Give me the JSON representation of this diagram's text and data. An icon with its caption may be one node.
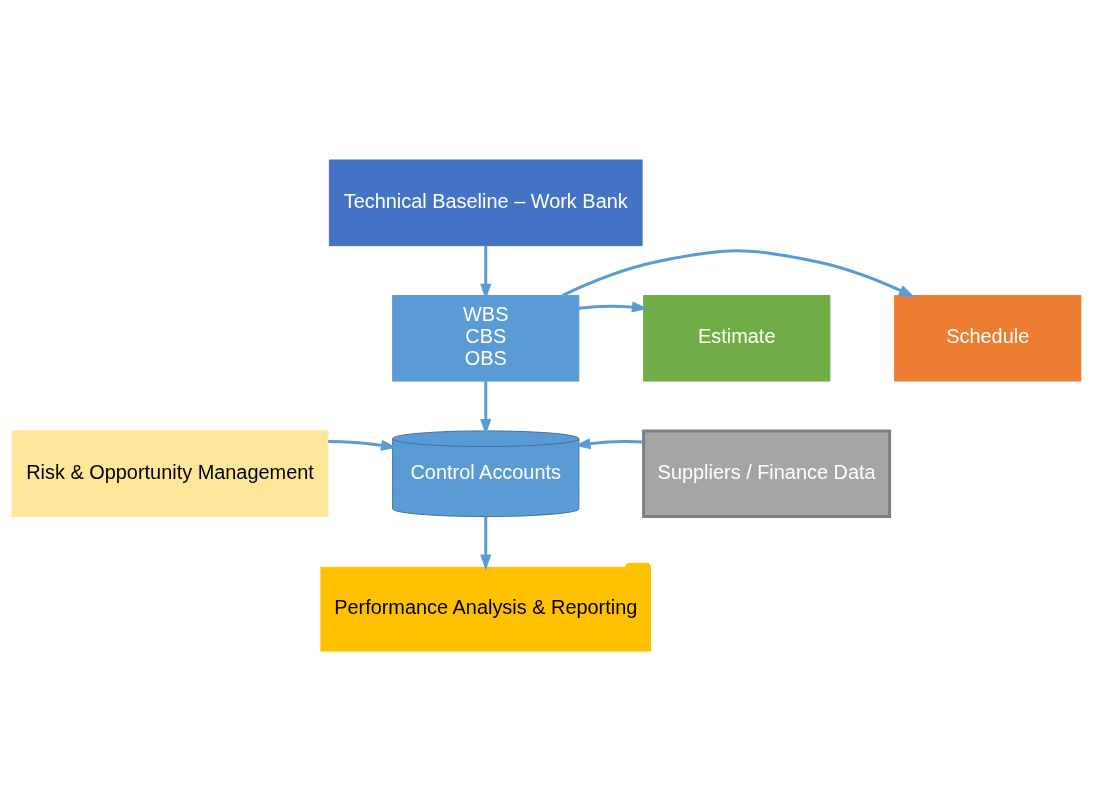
{
  "diagram": {
    "nodes": [
      {
        "text": [
          "Technical Baseline – Work Bank"
        ]
      },
      {
        "text": [
          "Schedule"
        ]
      },
      {
        "text": [
          "WBS",
          "CBS",
          "OBS"
        ]
      },
      {
        "text": [
          "Estimate"
        ]
      },
      {
        "text": [
          "Risk & Opportunity Management"
        ]
      },
      {
        "text": [
          "Control Accounts"
        ]
      },
      {
        "text": [
          "Suppliers / Finance Data"
        ]
      },
      {
        "text": [
          "Performance Analysis & Reporting"
        ]
      }
    ],
    "edges": [
      {
        "from": 0,
        "to": 2,
        "arrow": "to"
      },
      {
        "from": 2,
        "to": 1,
        "arrow": "to"
      },
      {
        "from": 2,
        "to": 3,
        "arrow": "to"
      },
      {
        "from": 2,
        "to": 5,
        "arrow": "to"
      },
      {
        "from": 4,
        "to": 5,
        "arrow": "to"
      },
      {
        "from": 6,
        "to": 5,
        "arrow": "to"
      },
      {
        "from": 5,
        "to": 7,
        "arrow": "to"
      }
    ]
  }
}
